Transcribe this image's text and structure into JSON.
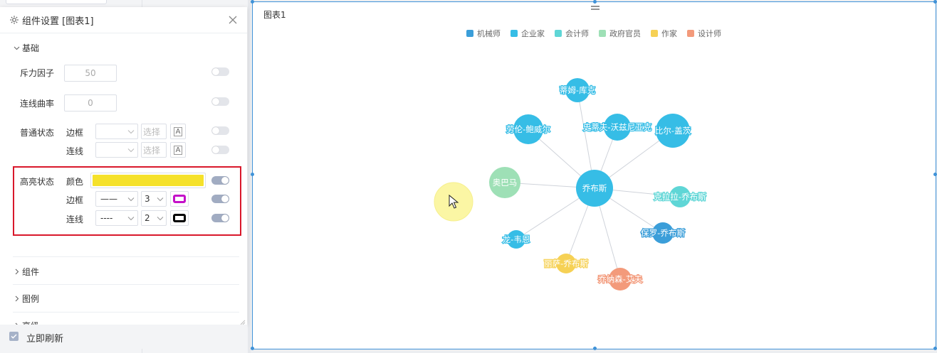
{
  "panel": {
    "title": "组件设置 [图表1]",
    "sections": {
      "basic": "基础",
      "component": "组件",
      "legend": "图例",
      "advanced": "高级"
    },
    "repulsion": {
      "label": "斥力因子",
      "value": "50",
      "enabled": false
    },
    "curvature": {
      "label": "连线曲率",
      "value": "0",
      "enabled": false
    },
    "normal_state": {
      "label": "普通状态",
      "border_label": "边框",
      "line_label": "连线",
      "select_placeholder": "选择"
    },
    "highlight_state": {
      "label": "高亮状态",
      "color_label": "颜色",
      "color": "#f5e12b",
      "border_label": "边框",
      "border_style": "——",
      "border_width": "3",
      "border_color": "#c410c8",
      "line_label": "连线",
      "line_style": "----",
      "line_width": "2",
      "line_color": "#000000"
    },
    "auto_refresh_label": "立即刷新"
  },
  "chart_data": {
    "type": "graph",
    "title": "图表1",
    "legend_position": "top-center",
    "categories": [
      {
        "name": "机械师",
        "color": "#3b9ed9"
      },
      {
        "name": "企业家",
        "color": "#36bde6"
      },
      {
        "name": "会计师",
        "color": "#5fd6d6"
      },
      {
        "name": "政府官员",
        "color": "#9ee0b6"
      },
      {
        "name": "作家",
        "color": "#f6d155"
      },
      {
        "name": "设计师",
        "color": "#f39a7b"
      }
    ],
    "nodes": [
      {
        "name": "乔布斯",
        "category": "企业家",
        "size": 52
      },
      {
        "name": "蒂姆-库克",
        "category": "企业家",
        "size": 34
      },
      {
        "name": "劳伦-鲍威尔",
        "category": "企业家",
        "size": 42
      },
      {
        "name": "史蒂夫-沃兹尼亚克",
        "category": "企业家",
        "size": 38
      },
      {
        "name": "比尔-盖茨",
        "category": "企业家",
        "size": 48
      },
      {
        "name": "奥巴马",
        "category": "政府官员",
        "size": 44
      },
      {
        "name": "克拉拉-乔布斯",
        "category": "会计师",
        "size": 30
      },
      {
        "name": "保罗-乔布斯",
        "category": "机械师",
        "size": 30
      },
      {
        "name": "龙-韦恩",
        "category": "企业家",
        "size": 26
      },
      {
        "name": "丽萨-乔布斯",
        "category": "作家",
        "size": 28
      },
      {
        "name": "乔纳森-艾夫",
        "category": "设计师",
        "size": 32
      }
    ],
    "links": [
      [
        "乔布斯",
        "蒂姆-库克"
      ],
      [
        "乔布斯",
        "劳伦-鲍威尔"
      ],
      [
        "乔布斯",
        "史蒂夫-沃兹尼亚克"
      ],
      [
        "乔布斯",
        "比尔-盖茨"
      ],
      [
        "乔布斯",
        "奥巴马"
      ],
      [
        "乔布斯",
        "克拉拉-乔布斯"
      ],
      [
        "乔布斯",
        "保罗-乔布斯"
      ],
      [
        "乔布斯",
        "龙-韦恩"
      ],
      [
        "乔布斯",
        "丽萨-乔布斯"
      ],
      [
        "乔布斯",
        "乔纳森-艾夫"
      ]
    ]
  }
}
